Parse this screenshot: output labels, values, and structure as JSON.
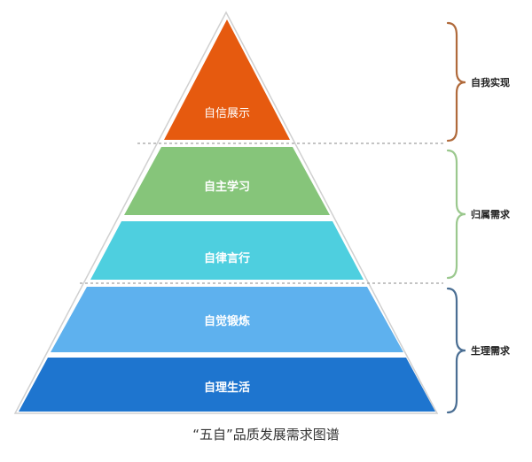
{
  "levels": [
    {
      "label": "自信展示",
      "color": "#E65A0F"
    },
    {
      "label": "自主学习",
      "color": "#86C57A"
    },
    {
      "label": "自律言行",
      "color": "#4ECFDF"
    },
    {
      "label": "自觉锻炼",
      "color": "#5EB1EE"
    },
    {
      "label": "自理生活",
      "color": "#1E75CF"
    }
  ],
  "groups": [
    {
      "label": "自我实现",
      "color": "#B06A3B"
    },
    {
      "label": "归属需求",
      "color": "#9BC88E"
    },
    {
      "label": "生理需求",
      "color": "#4A6E93"
    }
  ],
  "caption": "“五自”品质发展需求图谱"
}
